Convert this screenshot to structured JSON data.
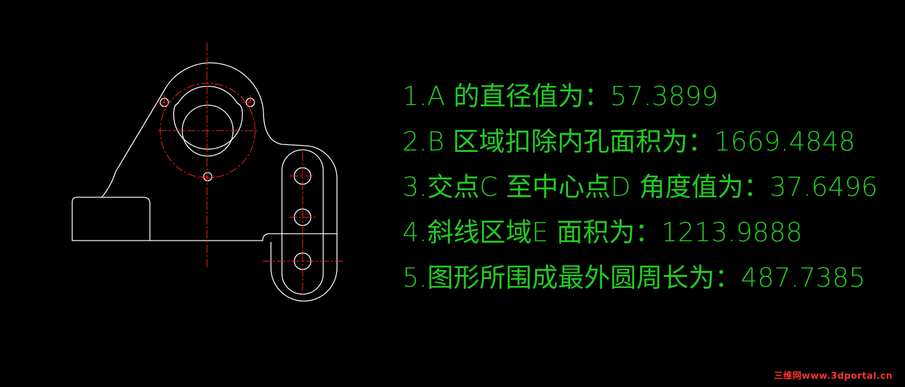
{
  "annotations": [
    "1.A 的直径值为：57.3899",
    "2.B 区域扣除内孔面积为：1669.4848",
    "3.交点C 至中心点D 角度值为：37.6496",
    "4.斜线区域E 面积为：1213.9888",
    "5.图形所围成最外圆周长为：487.7385"
  ],
  "watermark": "三维网www.3dportal.cn",
  "colors": {
    "background": "#000000",
    "outline": "#ffffff",
    "centerline": "#ff2020",
    "text": "#22cc22",
    "watermark": "#ff3333"
  }
}
